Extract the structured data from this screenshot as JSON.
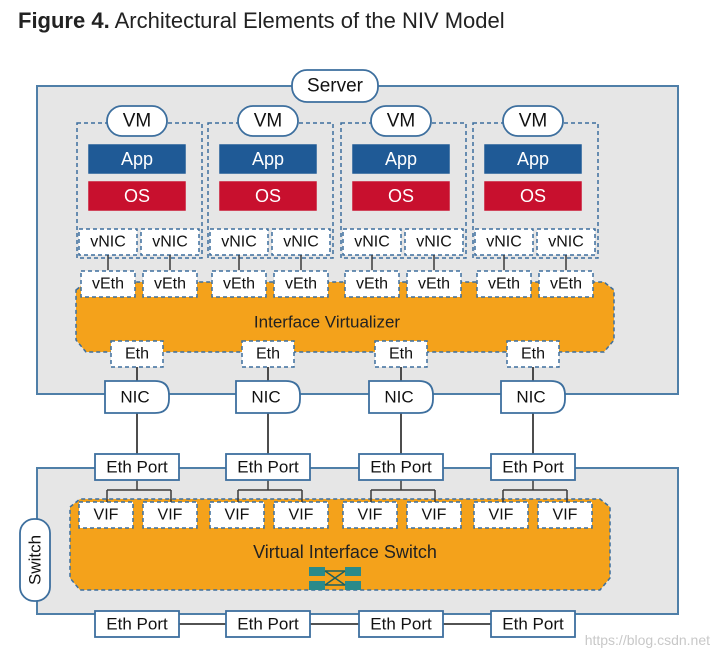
{
  "title": {
    "prefix": "Figure 4.",
    "text": "Architectural Elements of the NIV Model"
  },
  "server": {
    "label": "Server"
  },
  "vms": [
    {
      "vm": "VM",
      "app": "App",
      "os": "OS",
      "vnics": [
        "vNIC",
        "vNIC"
      ],
      "veths": [
        "vEth",
        "vEth"
      ]
    },
    {
      "vm": "VM",
      "app": "App",
      "os": "OS",
      "vnics": [
        "vNIC",
        "vNIC"
      ],
      "veths": [
        "vEth",
        "vEth"
      ]
    },
    {
      "vm": "VM",
      "app": "App",
      "os": "OS",
      "vnics": [
        "vNIC",
        "vNIC"
      ],
      "veths": [
        "vEth",
        "vEth"
      ]
    },
    {
      "vm": "VM",
      "app": "App",
      "os": "OS",
      "vnics": [
        "vNIC",
        "vNIC"
      ],
      "veths": [
        "vEth",
        "vEth"
      ]
    }
  ],
  "interface_virtualizer": {
    "label": "Interface Virtualizer"
  },
  "eth_labels": [
    "Eth",
    "Eth",
    "Eth",
    "Eth"
  ],
  "nic_labels": [
    "NIC",
    "NIC",
    "NIC",
    "NIC"
  ],
  "switch": {
    "label": "Switch",
    "top_ports": [
      "Eth Port",
      "Eth Port",
      "Eth Port",
      "Eth Port"
    ],
    "bottom_ports": [
      "Eth Port",
      "Eth Port",
      "Eth Port",
      "Eth Port"
    ],
    "vifs": [
      "VIF",
      "VIF",
      "VIF",
      "VIF",
      "VIF",
      "VIF",
      "VIF",
      "VIF"
    ],
    "core_label": "Virtual Interface Switch"
  },
  "colors": {
    "app_fill": "#1f5a96",
    "os_fill": "#c8102e",
    "orange": "#f4a21b",
    "panel_fill": "#e6e6e6",
    "panel_stroke": "#4f7fa8",
    "box_stroke": "#3d6f9e",
    "switch_icon": "#2a8a8a"
  },
  "watermark": "https://blog.csdn.net"
}
